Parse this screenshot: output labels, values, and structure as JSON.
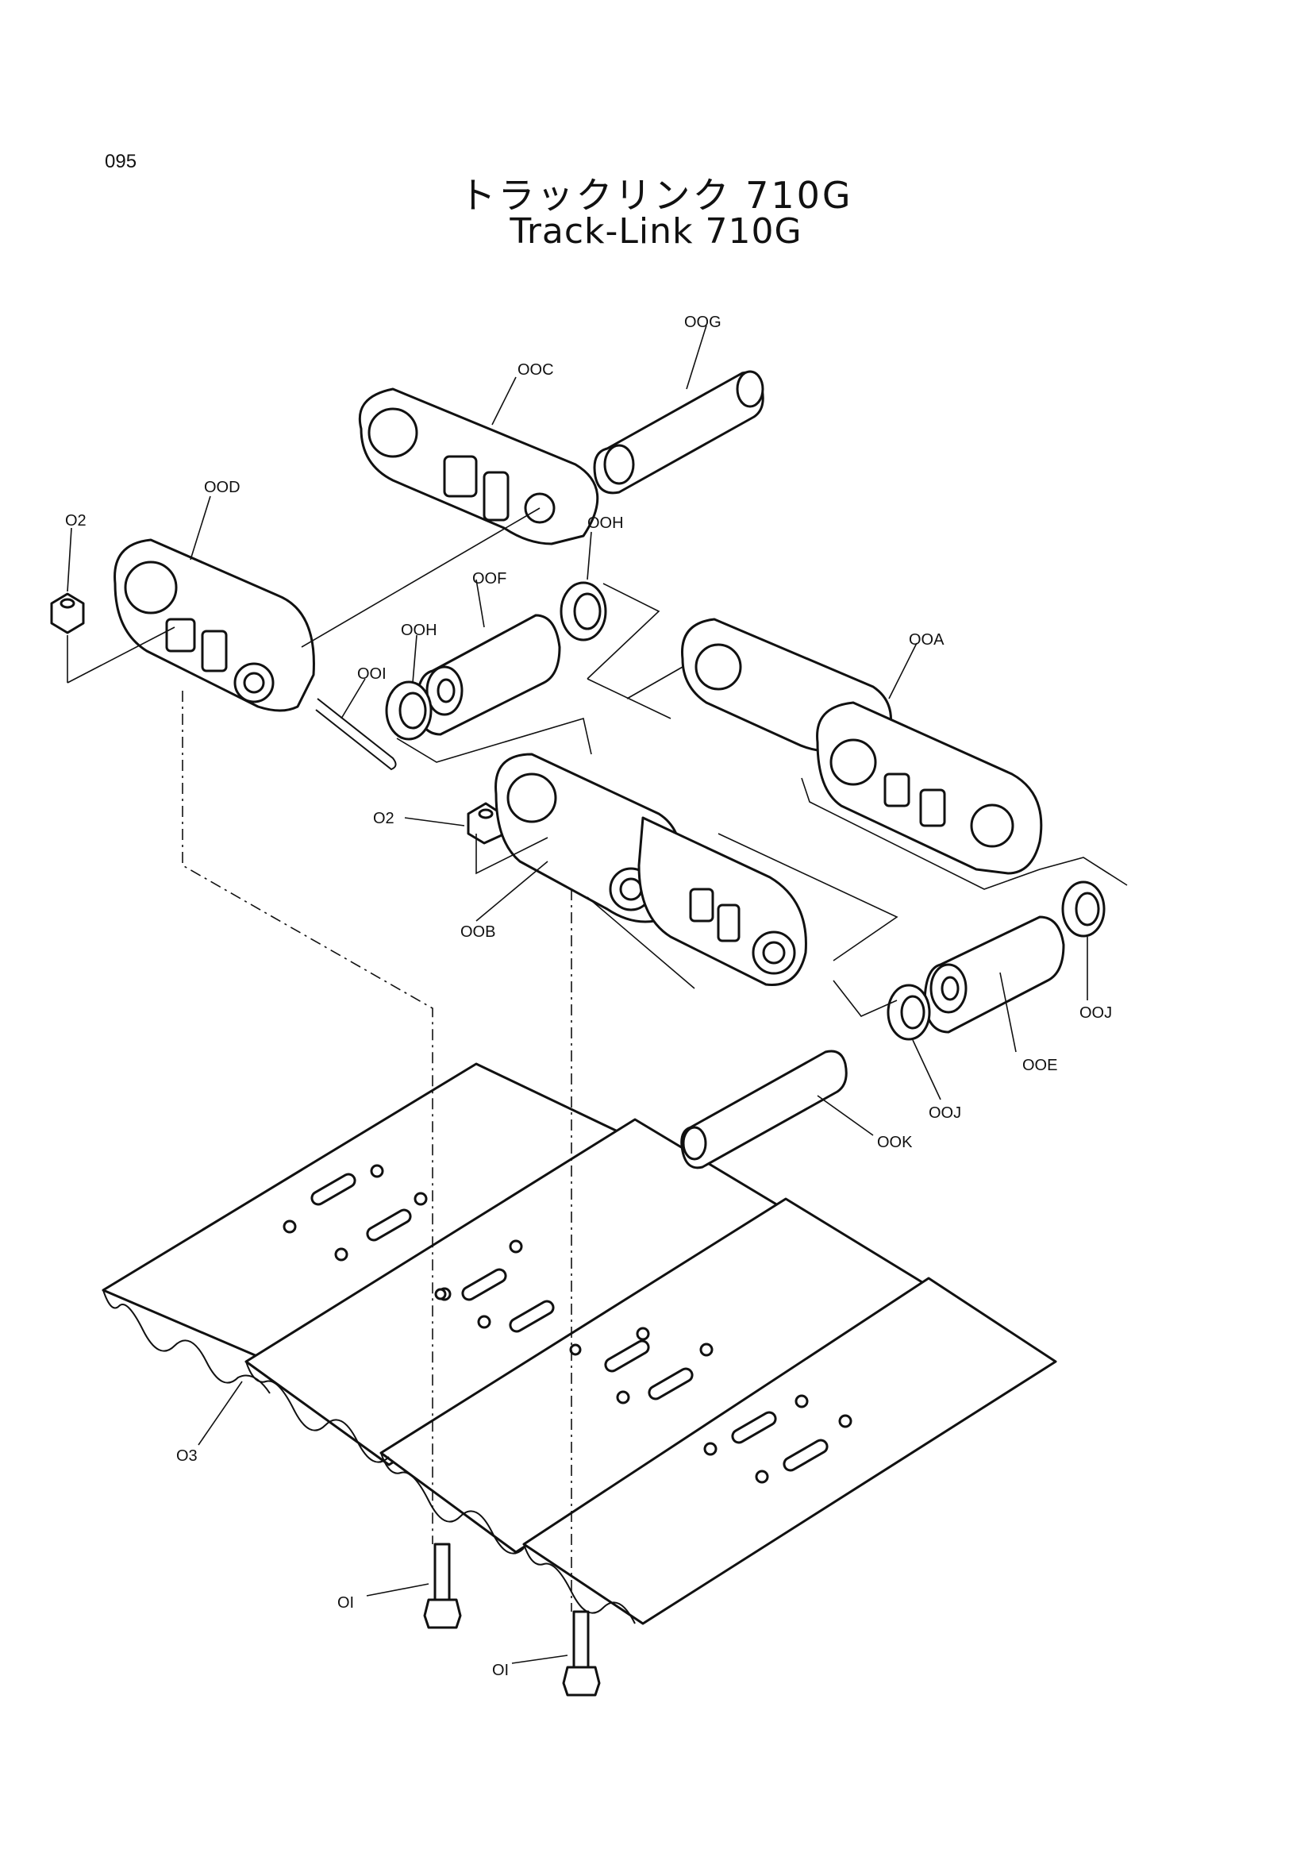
{
  "page_number": "095",
  "title_jp": "トラックリンク 710G",
  "title_en": "Track-Link 710G",
  "callouts": {
    "ooc": "OOC",
    "oog": "OOG",
    "ood": "OOD",
    "o2_top": "O2",
    "ooh_right": "OOH",
    "oof": "OOF",
    "ooh_left": "OOH",
    "ooi": "OOI",
    "ooa": "OOA",
    "o2_mid": "O2",
    "oob": "OOB",
    "ooj_right": "OOJ",
    "ooj_left": "OOJ",
    "ooe": "OOE",
    "ook": "OOK",
    "o3": "O3",
    "o1_left": "OI",
    "o1_right": "OI"
  }
}
